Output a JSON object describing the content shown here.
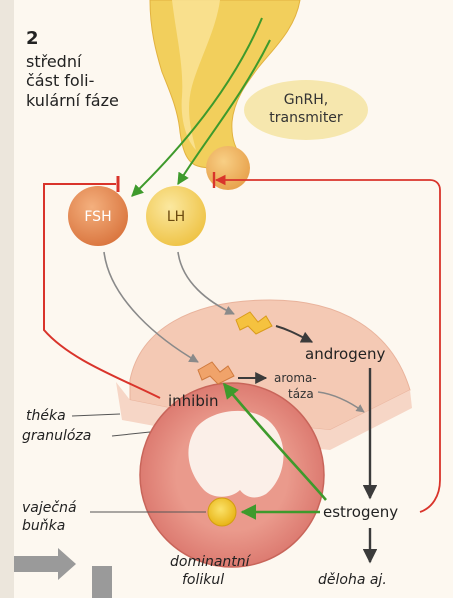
{
  "panel": {
    "number": "2",
    "title_lines": [
      "střední",
      "část foli-",
      "kulární fáze"
    ]
  },
  "labels": {
    "gnrh_line1": "GnRH,",
    "gnrh_line2": "transmiter",
    "fsh": "FSH",
    "lh": "LH",
    "androgeny": "androgeny",
    "aromataza_line1": "aroma-",
    "aromataza_line2": "táza",
    "inhibin": "inhibin",
    "estrogeny": "estrogeny",
    "theka": "théka",
    "granuloza": "granulóza",
    "vajecna_line1": "vaječná",
    "vajecna_line2": "buňka",
    "dominantni_line1": "dominantní",
    "dominantni_line2": "folikul",
    "deloha": "děloha aj."
  },
  "colors": {
    "background": "#fdf8f0",
    "pituitary": "#f2cf5c",
    "fsh_fill": "#e08a52",
    "lh_fill": "#f5d76a",
    "theca": "#f4c9b4",
    "granulosa": "#e58f80",
    "antrum": "#fbefe8",
    "egg": "#f3c52a",
    "gnrh_bubble": "#f6e7ae",
    "red_arrow": "#d9342b",
    "green_arrow": "#3e9a2c",
    "dark_arrow": "#3b3b3b",
    "grey_arrow": "#9a9a9a"
  }
}
